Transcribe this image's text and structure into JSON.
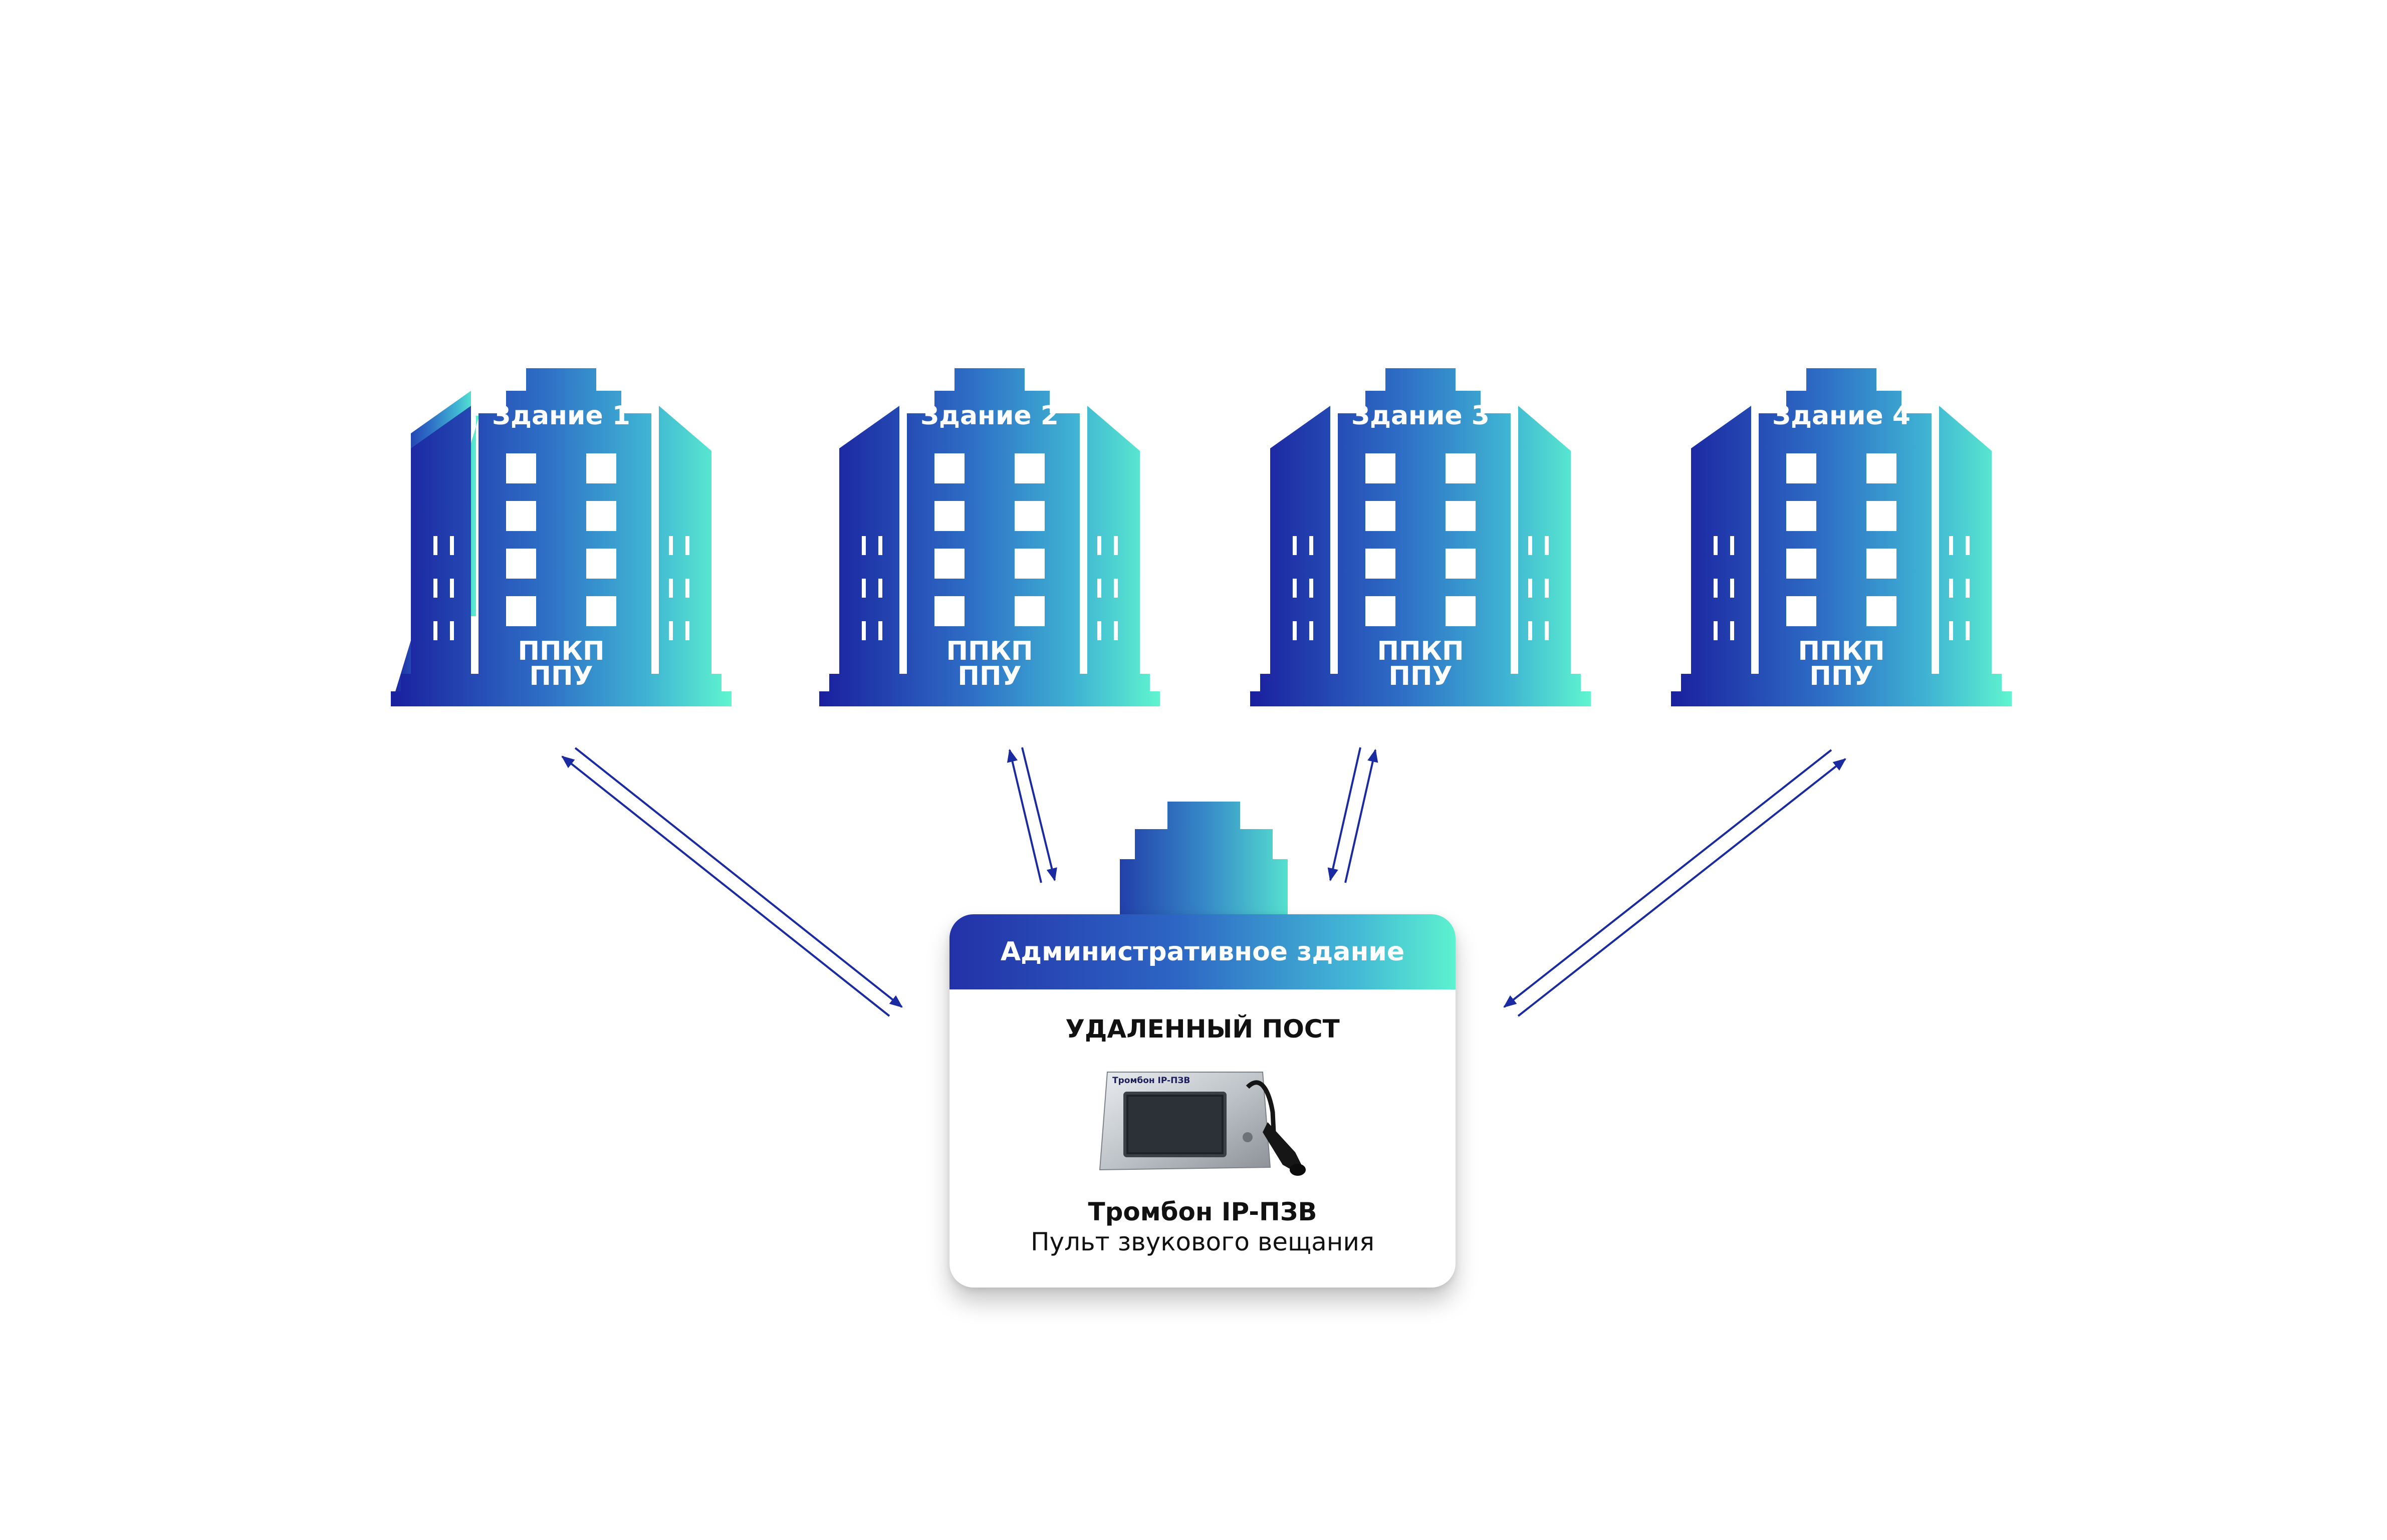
{
  "buildings": [
    {
      "name": "Здание 1",
      "systems": [
        "ППКП",
        "ППУ"
      ]
    },
    {
      "name": "Здание 2",
      "systems": [
        "ППКП",
        "ППУ"
      ]
    },
    {
      "name": "Здание 3",
      "systems": [
        "ППКП",
        "ППУ"
      ]
    },
    {
      "name": "Здание 4",
      "systems": [
        "ППКП",
        "ППУ"
      ]
    }
  ],
  "admin": {
    "title": "Административное здание",
    "post": "УДАЛЕННЫЙ ПОСТ",
    "device_name": "Тромбон IP-ПЗВ",
    "device_desc": "Пульт звукового вещания",
    "device_label": "Тромбон IP-ПЗВ"
  },
  "colors": {
    "gradient_start": "#1a1f9e",
    "gradient_mid": "#2e6fc6",
    "gradient_end": "#5ff5cf",
    "arrow": "#1a2aa0"
  }
}
